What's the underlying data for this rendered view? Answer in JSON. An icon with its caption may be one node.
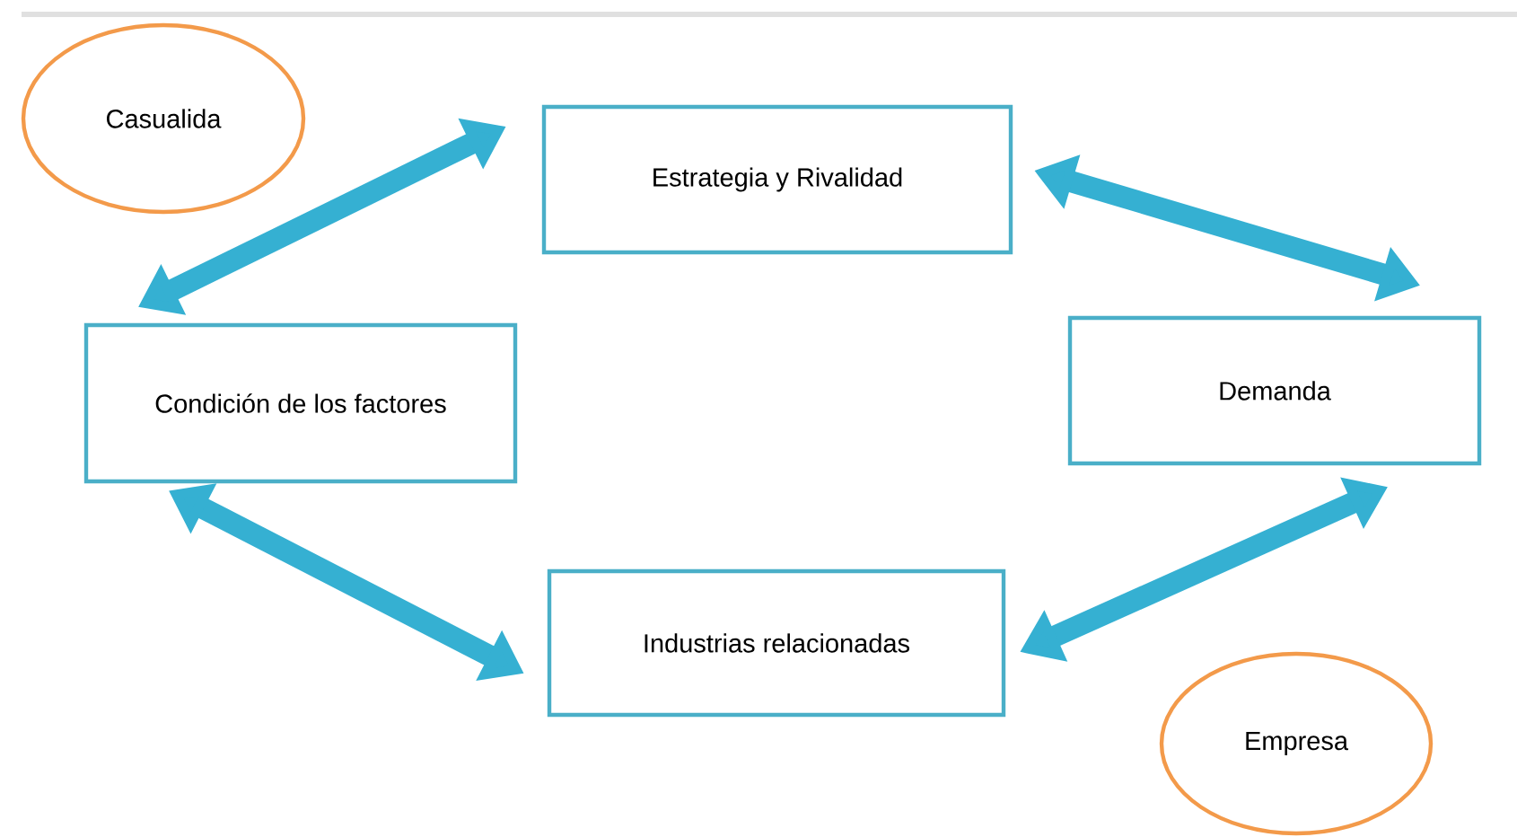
{
  "diagram": {
    "nodes": [
      {
        "text": [
          "Casualida"
        ]
      },
      {
        "text": [
          "Estrategia y Rivalidad"
        ]
      },
      {
        "text": [
          "Condición de los factores"
        ]
      },
      {
        "text": [
          "Demanda"
        ]
      },
      {
        "text": [
          "Industrias relacionadas"
        ]
      },
      {
        "text": [
          "Empresa"
        ]
      }
    ],
    "edges": [
      {
        "from": 2,
        "to": 1,
        "arrow": "both"
      },
      {
        "from": 1,
        "to": 3,
        "arrow": "both"
      },
      {
        "from": 2,
        "to": 4,
        "arrow": "both"
      },
      {
        "from": 4,
        "to": 3,
        "arrow": "both"
      }
    ]
  }
}
